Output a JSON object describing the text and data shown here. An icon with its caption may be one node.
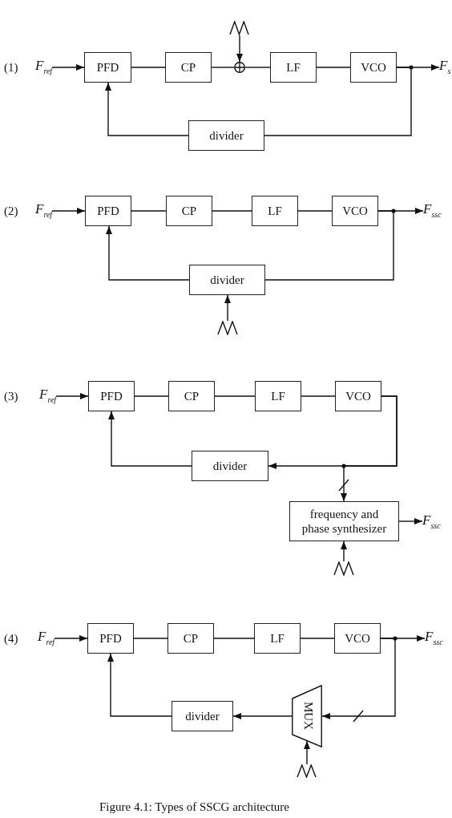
{
  "diagram": {
    "caption": "Figure 4.1: Types of SSCG architecture",
    "nodes": [
      {
        "text": [
          "F$_{ref}$"
        ]
      },
      {
        "text": [
          "PFD"
        ]
      },
      {
        "text": [
          "CP"
        ]
      },
      {
        "text": [],
        "shape": "waveform"
      },
      {
        "text": [],
        "shape": "circle"
      },
      {
        "text": [
          "LF"
        ]
      },
      {
        "text": [
          "VCO"
        ]
      },
      {
        "text": [
          "F$_{s}$"
        ]
      },
      {
        "text": [
          "divider"
        ]
      },
      {
        "text": [
          "F$_{ref}$"
        ]
      },
      {
        "text": [
          "PFD"
        ]
      },
      {
        "text": [
          "CP"
        ]
      },
      {
        "text": [
          "LF"
        ]
      },
      {
        "text": [
          "VCO"
        ]
      },
      {
        "text": [
          "F$_{ssc}$"
        ]
      },
      {
        "text": [
          "divider"
        ]
      },
      {
        "text": [],
        "shape": "waveform"
      },
      {
        "text": [
          "F$_{ref}$"
        ]
      },
      {
        "text": [
          "PFD"
        ]
      },
      {
        "text": [
          "CP"
        ]
      },
      {
        "text": [
          "LF"
        ]
      },
      {
        "text": [
          "VCO"
        ]
      },
      {
        "text": [
          "divider"
        ]
      },
      {
        "text": [
          "frequency and phase synthesizer"
        ]
      },
      {
        "text": [
          "F$_{ssc}$"
        ]
      },
      {
        "text": [],
        "shape": "waveform"
      },
      {
        "text": [
          "F$_{ref}$"
        ]
      },
      {
        "text": [
          "PFD"
        ]
      },
      {
        "text": [
          "CP"
        ]
      },
      {
        "text": [
          "LF"
        ]
      },
      {
        "text": [
          "VCO"
        ]
      },
      {
        "text": [
          "F$_{ssc}$"
        ]
      },
      {
        "text": [
          "MUX"
        ]
      },
      {
        "text": [
          "divider"
        ]
      },
      {
        "text": [],
        "shape": "waveform"
      }
    ],
    "edges": [
      {
        "from": 0,
        "to": 1,
        "arrow": "to"
      },
      {
        "from": 1,
        "to": 2,
        "arrow": "none"
      },
      {
        "from": 2,
        "to": 4,
        "arrow": "none"
      },
      {
        "from": 3,
        "to": 4,
        "arrow": "to"
      },
      {
        "from": 4,
        "to": 5,
        "arrow": "none"
      },
      {
        "from": 5,
        "to": 6,
        "arrow": "none"
      },
      {
        "from": 6,
        "to": 7,
        "arrow": "to"
      },
      {
        "from": 6,
        "to": 8,
        "arrow": "none"
      },
      {
        "from": 8,
        "to": 1,
        "arrow": "to"
      },
      {
        "from": 9,
        "to": 10,
        "arrow": "to"
      },
      {
        "from": 10,
        "to": 11,
        "arrow": "none"
      },
      {
        "from": 11,
        "to": 12,
        "arrow": "none"
      },
      {
        "from": 12,
        "to": 13,
        "arrow": "none"
      },
      {
        "from": 13,
        "to": 14,
        "arrow": "to"
      },
      {
        "from": 13,
        "to": 15,
        "arrow": "none"
      },
      {
        "from": 15,
        "to": 10,
        "arrow": "to"
      },
      {
        "from": 16,
        "to": 15,
        "arrow": "to"
      },
      {
        "from": 17,
        "to": 18,
        "arrow": "to"
      },
      {
        "from": 18,
        "to": 19,
        "arrow": "none"
      },
      {
        "from": 19,
        "to": 20,
        "arrow": "none"
      },
      {
        "from": 20,
        "to": 21,
        "arrow": "none"
      },
      {
        "from": 21,
        "to": 22,
        "arrow": "to"
      },
      {
        "from": 22,
        "to": 18,
        "arrow": "to"
      },
      {
        "from": 21,
        "to": 23,
        "arrow": "to"
      },
      {
        "from": 23,
        "to": 24,
        "arrow": "to"
      },
      {
        "from": 25,
        "to": 23,
        "arrow": "to"
      },
      {
        "from": 26,
        "to": 27,
        "arrow": "to"
      },
      {
        "from": 27,
        "to": 28,
        "arrow": "none"
      },
      {
        "from": 28,
        "to": 29,
        "arrow": "none"
      },
      {
        "from": 29,
        "to": 30,
        "arrow": "none"
      },
      {
        "from": 30,
        "to": 31,
        "arrow": "to"
      },
      {
        "from": 30,
        "to": 32,
        "arrow": "to"
      },
      {
        "from": 32,
        "to": 33,
        "arrow": "to"
      },
      {
        "from": 33,
        "to": 27,
        "arrow": "to"
      },
      {
        "from": 34,
        "to": 32,
        "arrow": "to"
      }
    ],
    "labels": [
      "(1)",
      "(2)",
      "(3)",
      "(4)"
    ]
  }
}
